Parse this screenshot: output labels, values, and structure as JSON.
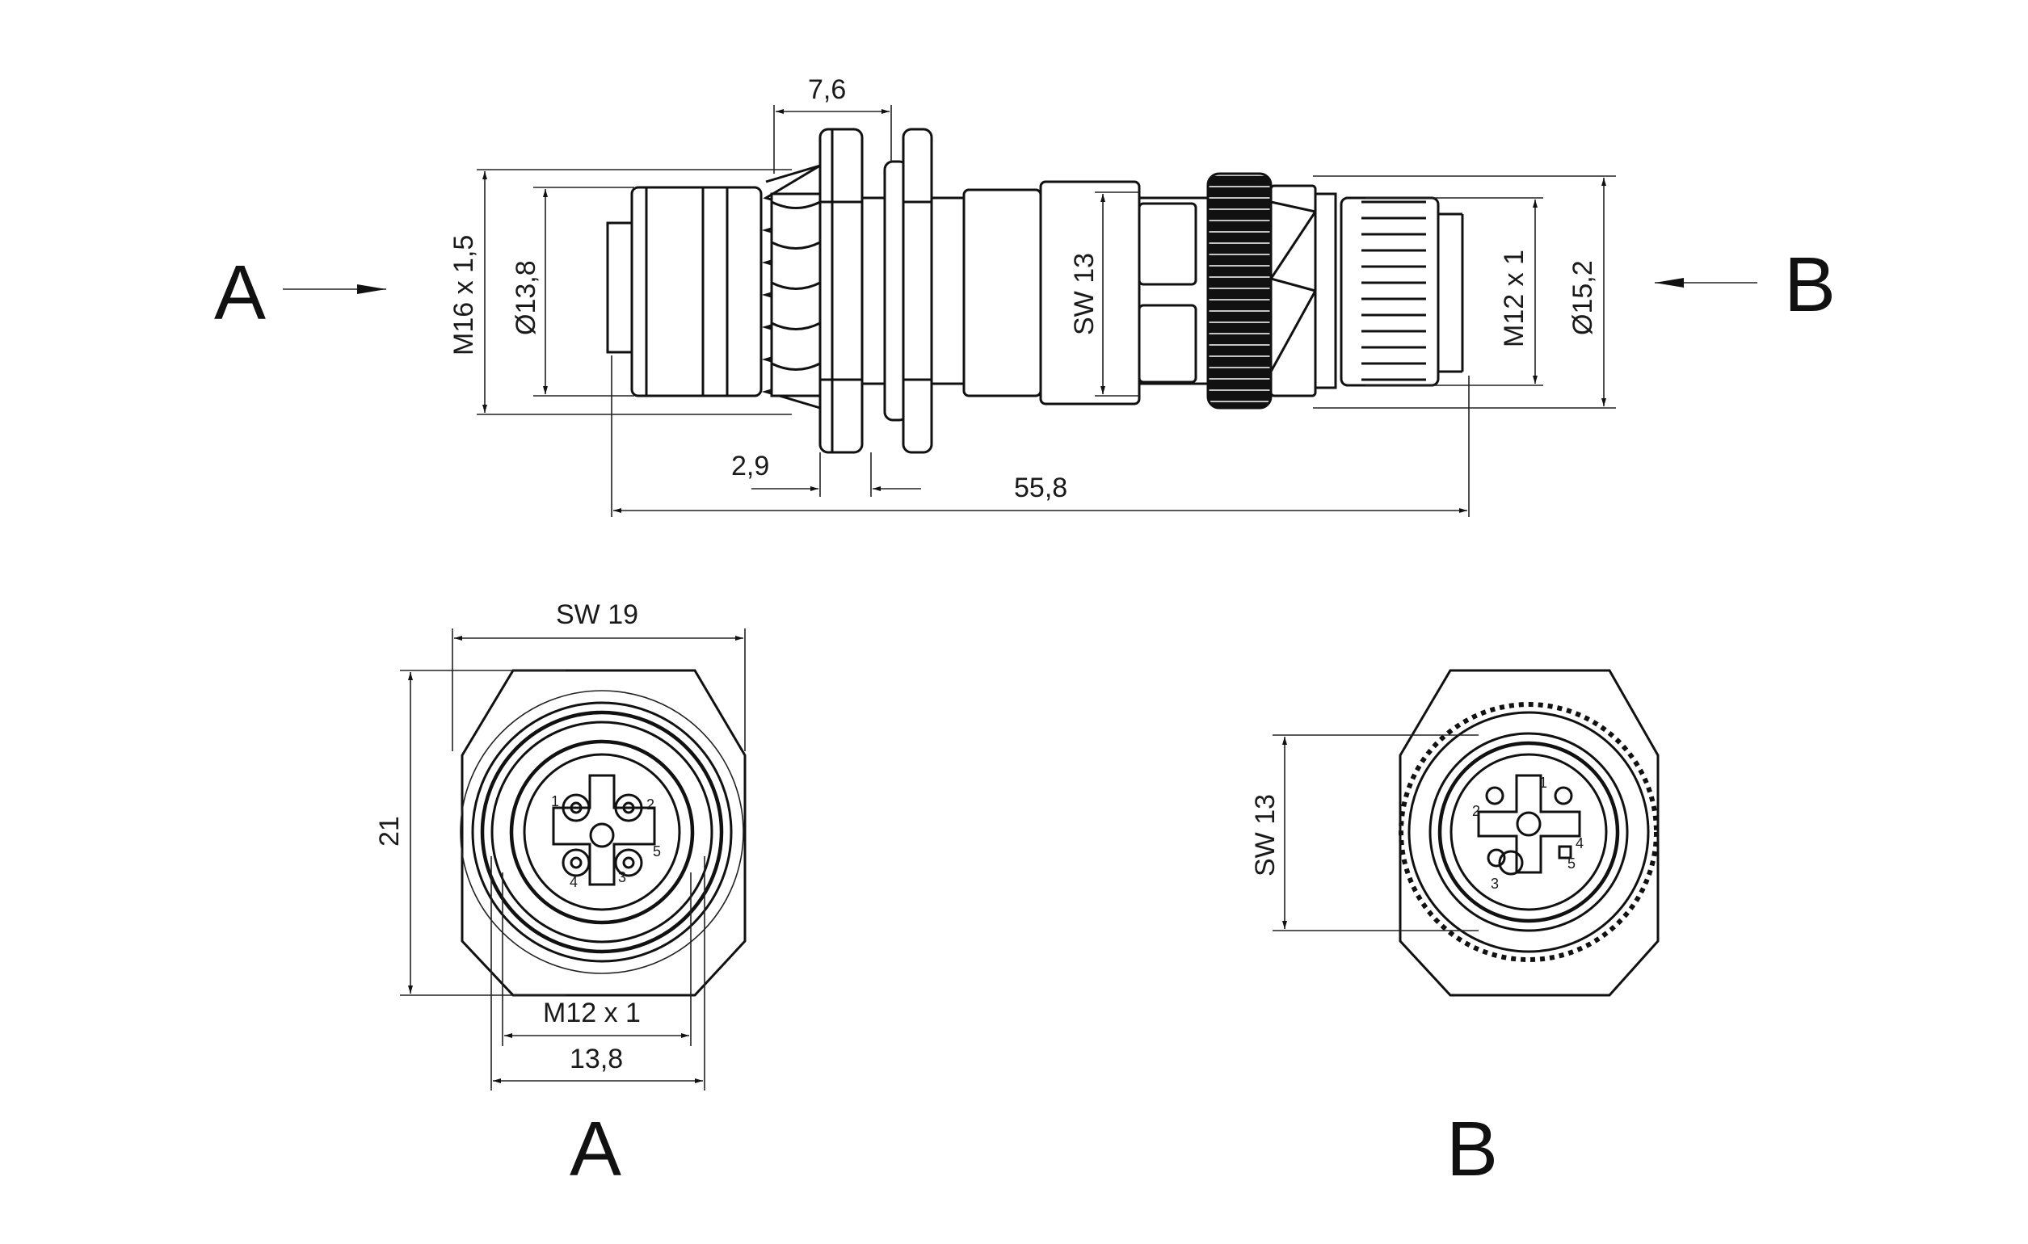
{
  "views": {
    "side": {
      "dimensions": {
        "d_7_6": "7,6",
        "d_m16": "M16 x 1,5",
        "d_13_8": "Ø13,8",
        "d_sw13": "SW 13",
        "d_m12": "M12 x 1",
        "d_15_2": "Ø15,2",
        "d_2_9": "2,9",
        "d_55_8": "55,8"
      },
      "arrow_a": "A",
      "arrow_b": "B"
    },
    "view_a": {
      "label": "A",
      "dimensions": {
        "sw19": "SW 19",
        "h21": "21",
        "m12": "M12 x 1",
        "d13_8": "13,8"
      },
      "pins": [
        "1",
        "2",
        "3",
        "4",
        "5"
      ]
    },
    "view_b": {
      "label": "B",
      "dimensions": {
        "sw13": "SW 13"
      },
      "pins": [
        "1",
        "2",
        "3",
        "4",
        "5"
      ]
    }
  }
}
